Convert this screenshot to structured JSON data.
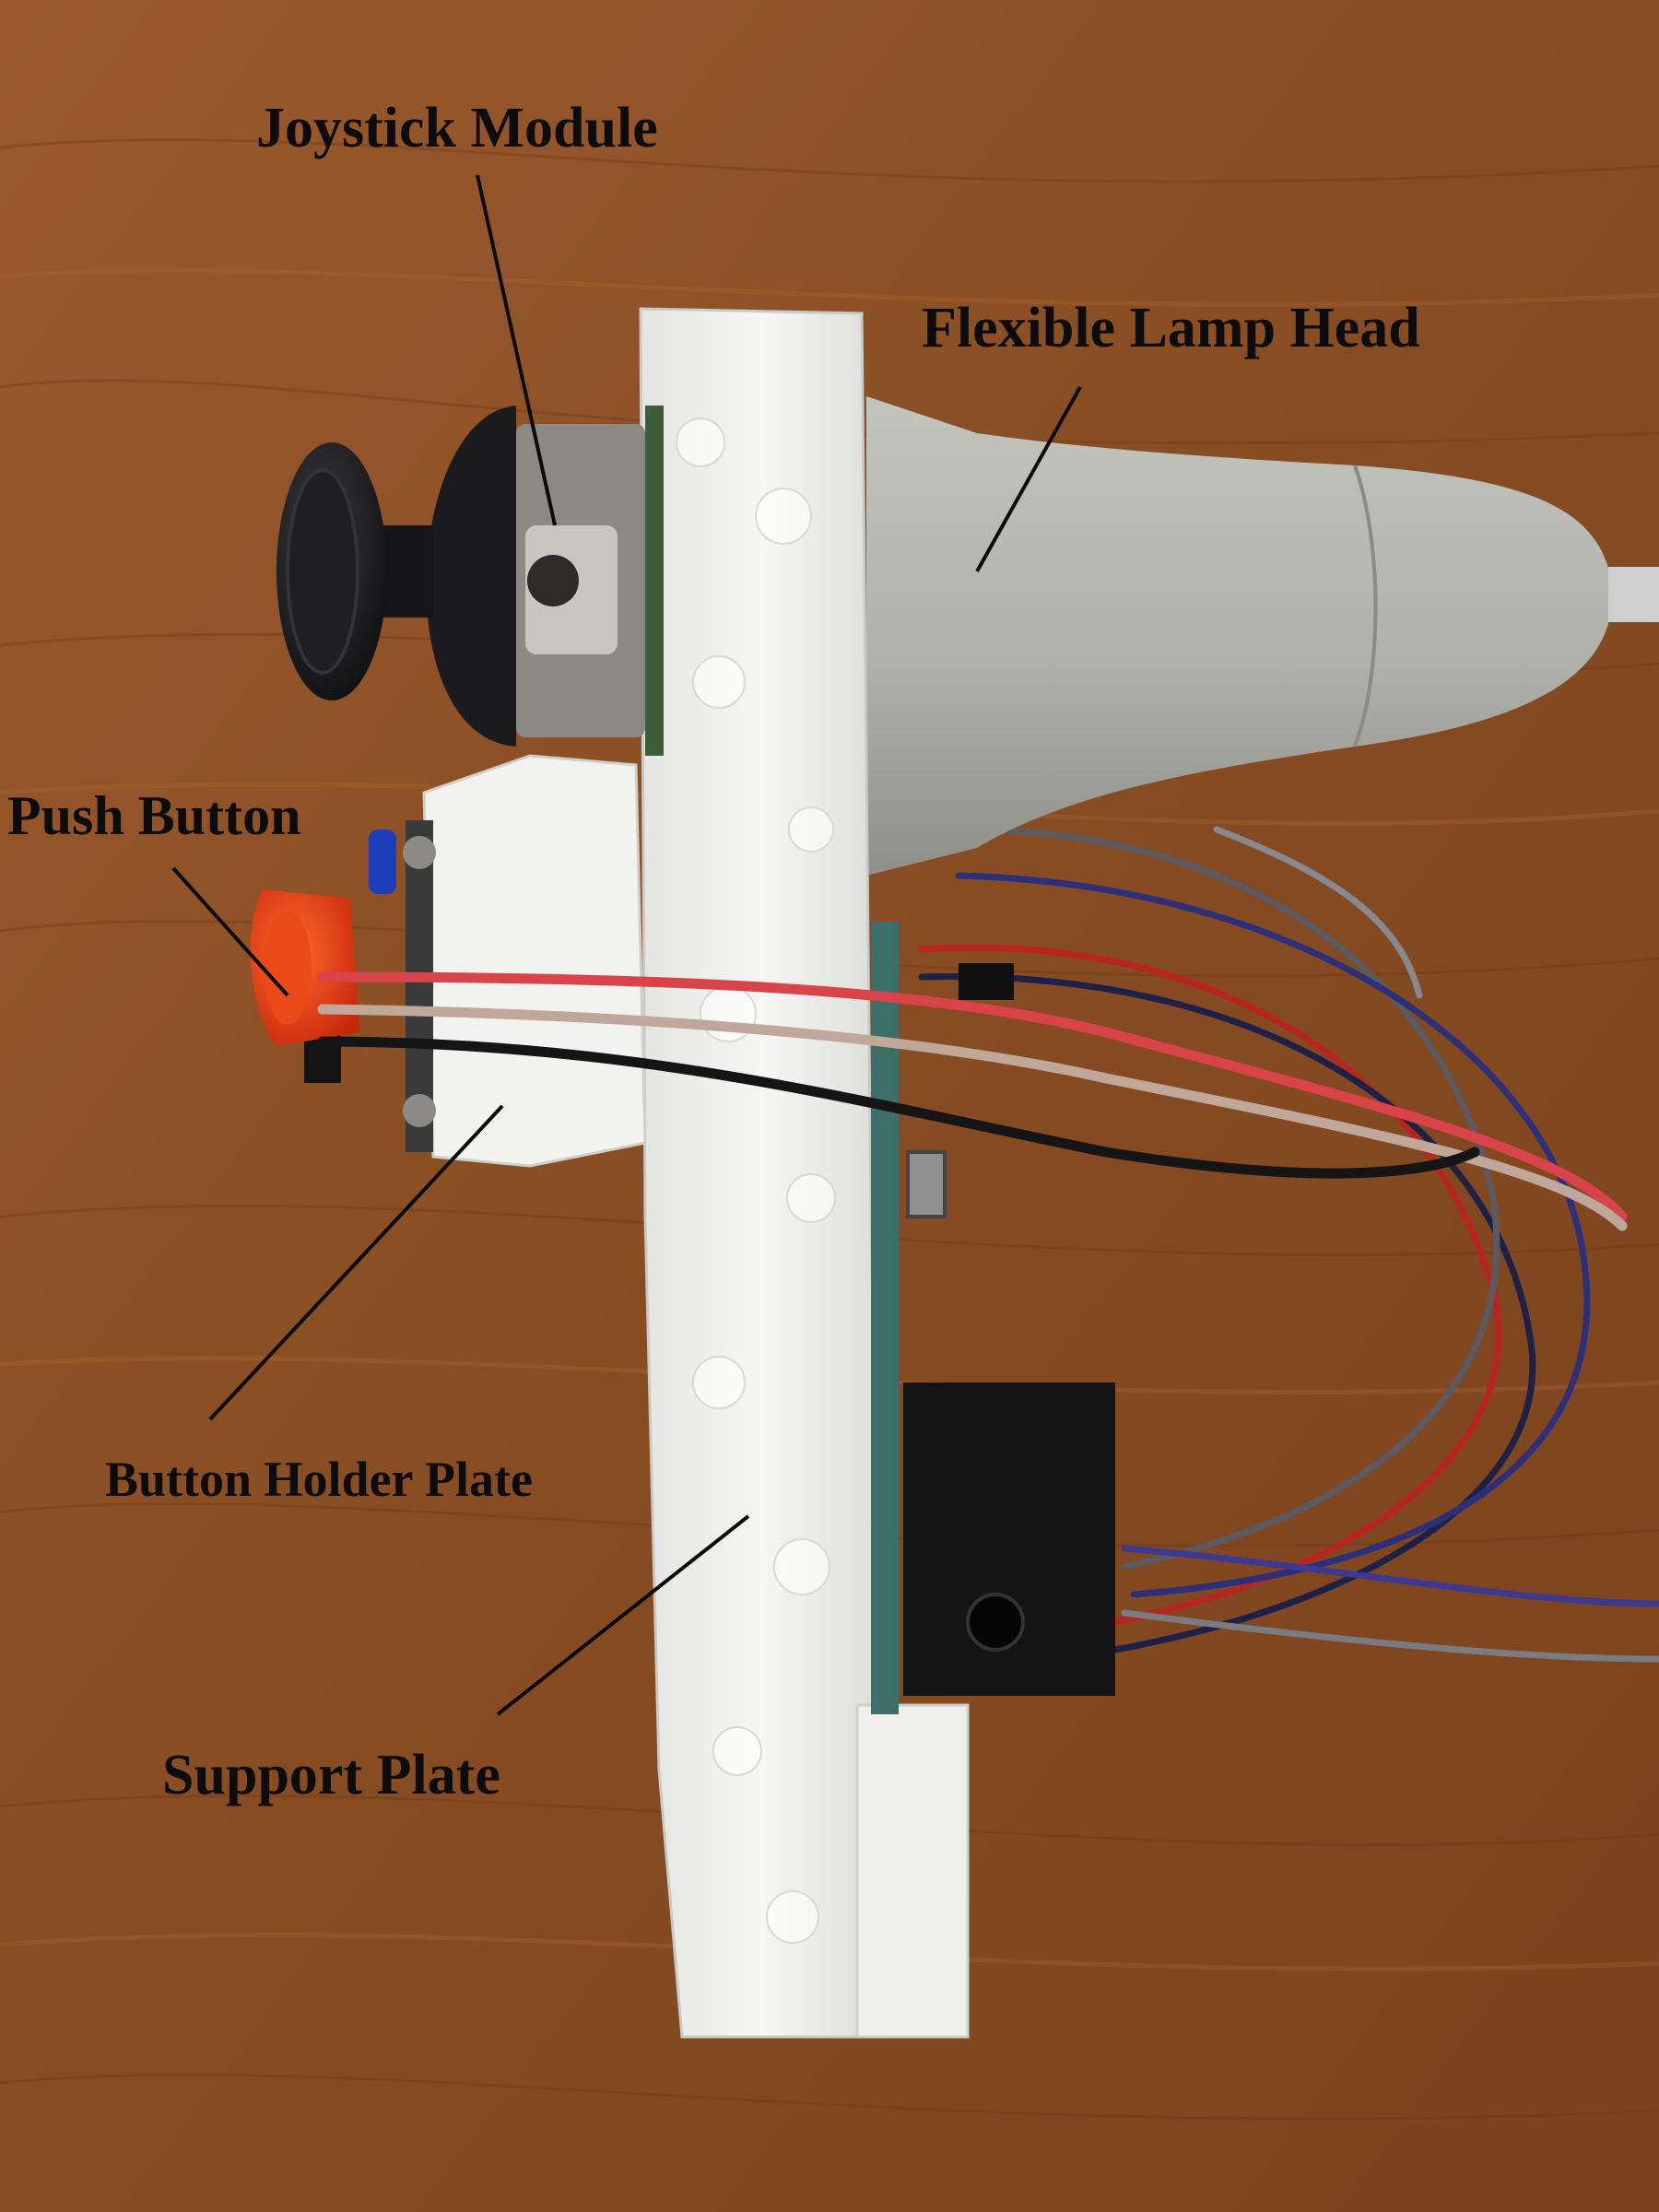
{
  "labels": {
    "joystick": "Joystick Module",
    "lamp_head": "Flexible Lamp Head",
    "push_button": "Push Button",
    "button_holder": "Button Holder Plate",
    "support_plate": "Support Plate"
  },
  "colors": {
    "wood": "#8a4f25",
    "foam": "#f1f1ef",
    "lamp": "#b3b4ad",
    "joystick": "#1c1c1e",
    "button": "#e23a12",
    "label_text": "#0c0c0c"
  }
}
